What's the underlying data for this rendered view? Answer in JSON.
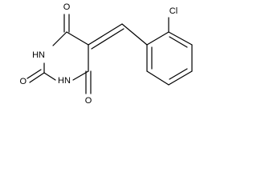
{
  "structure": {
    "atoms": {
      "o_top": "O",
      "o_left": "O",
      "o_bottom": "O",
      "nh_upper": "HN",
      "nh_lower": "HN",
      "cl": "Cl"
    }
  }
}
